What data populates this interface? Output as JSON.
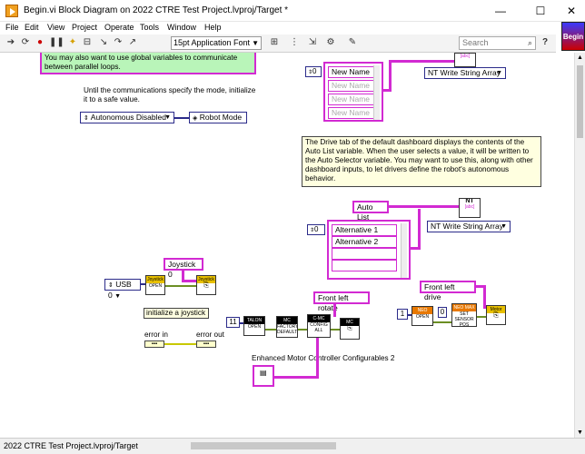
{
  "window": {
    "title": "Begin.vi Block Diagram on 2022 CTRE Test Project.lvproj/Target *",
    "minimize": "—",
    "maximize": "☐",
    "close": "✕"
  },
  "menu": [
    "File",
    "Edit",
    "View",
    "Project",
    "Operate",
    "Tools",
    "Window",
    "Help"
  ],
  "toolbar": {
    "font": "15pt Application Font",
    "search_placeholder": "Search",
    "help": "?",
    "vi_icon_text": "Begin"
  },
  "diagram": {
    "comment_global": "You may also want to use global variables to communicate between parallel loops.",
    "comment_mode": "Until the communications specify the mode, initialize it to a safe value.",
    "autonomous_enum": "Autonomous Disabled",
    "robot_mode": "Robot Mode",
    "array1_index": "0",
    "array1_items": [
      "New Name",
      "New Name",
      "New Name",
      "New Name"
    ],
    "nt_write_1": "NT Write String Array",
    "comment_drive": "The Drive tab of the default dashboard displays the contents of the Auto List variable. When the user selects a value, it will be written to the Auto Selector variable. You may want to use this, along with other dashboard inputs, to let drivers define the robot's autonomous behavior.",
    "auto_list": "Auto List",
    "nt_badge": "NT",
    "array2_index": "0",
    "array2_items": [
      "Alternative 1",
      "Alternative 2",
      "",
      "",
      ""
    ],
    "nt_write_2": "NT Write String Array",
    "joystick_label": "Joystick 0",
    "usb_enum": "USB 0",
    "joystick_vi": "Joystick",
    "joystick_open": "OPEN",
    "init_comment": "initialize a joystick",
    "error_in": "error in",
    "error_out": "error out",
    "front_left_rotate": "Front left rotate",
    "front_left_drive": "Front left drive",
    "const_11": "11",
    "const_1": "1",
    "const_0": "0",
    "talon": "TALON",
    "talon_open": "OPEN",
    "mc_factory": "MC",
    "factory_default": "FACTORY DEFAULT",
    "cmc": "C-MC",
    "config_all": "CONFIG ALL",
    "mc_end": "MC",
    "neo": "NEO MAX",
    "neo_open": "OPEN",
    "set_sensor": "SET SENSOR POS",
    "motor": "Motor",
    "enhanced_label": "Enhanced Motor Controller Configurables 2"
  },
  "status": {
    "path": "2022 CTRE Test Project.lvproj/Target"
  },
  "colors": {
    "string_wire": "#d22ad2",
    "enum_wire": "#2b2b8a",
    "comment_bg": "#ffffe0",
    "green_comment_bg": "#b9f5b9"
  }
}
